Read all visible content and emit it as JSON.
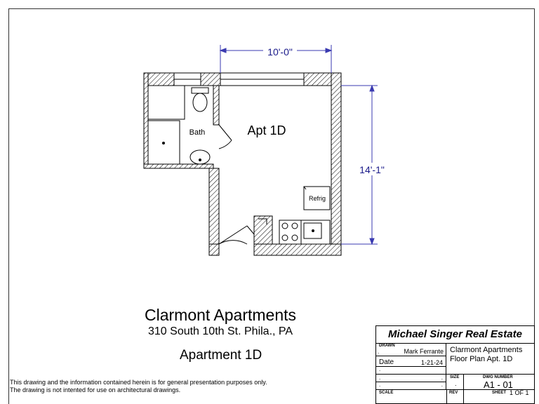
{
  "plan": {
    "dim_width": "10'-0\"",
    "dim_depth": "14'-1\"",
    "room_label": "Apt 1D",
    "bath_label": "Bath",
    "refrig_label": "Refrig"
  },
  "titles": {
    "building": "Clarmont Apartments",
    "address": "310 South 10th St. Phila., PA",
    "unit": "Apartment 1D"
  },
  "disclaimer": {
    "line1": "This drawing and the information contained herein is for general presentation purposes only.",
    "line2": "The drawing is not intented for use on architectural drawings."
  },
  "title_block": {
    "company": "Michael Singer Real Estate",
    "drawn_label": "DRAWN",
    "drawn_by": "Mark Ferrante",
    "date_label": "Date",
    "date": "1-21-24",
    "desc_line1": "Clarmont Apartments",
    "desc_line2": "Floor Plan  Apt. 1D",
    "size_label": "SIZE",
    "dwg_label": "DWG NUMBER",
    "dwg_number": "A1 - 01",
    "scale_label": "SCALE",
    "rev_label": "REV",
    "sheet_label": "SHEET",
    "sheet_value": "1 OF 1"
  }
}
